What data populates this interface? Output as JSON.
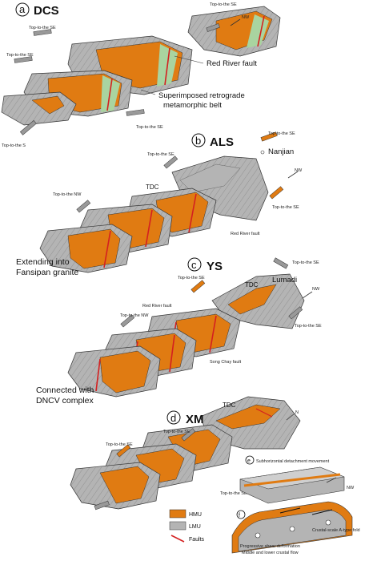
{
  "colors": {
    "hmu": "#e07b12",
    "lmu": "#b4b4b4",
    "fault": "#d42020",
    "retro": "#a9d4a0",
    "line": "#333333"
  },
  "panels": {
    "a": {
      "letter": "a",
      "name": "DCS",
      "labels": {
        "top_se_1": "Top-to-the SE",
        "top_se_2": "Top-to-the SE",
        "top_se_3": "Top-to-the SE",
        "top_se_4": "Top-to-the SE",
        "top_s": "Top-to-the S",
        "nw": "NW",
        "red_river": "Red River fault",
        "retro_1": "Superimposed retrograde",
        "retro_2": "metamorphic belt"
      }
    },
    "b": {
      "letter": "b",
      "name": "ALS",
      "labels": {
        "nanjian": "Nanjian",
        "top_se_1": "Top-to-the SE",
        "top_se_2": "Top-to-the SE",
        "top_se_3": "Top-to-the SE",
        "top_nw": "Top-to-the NW",
        "tdc": "TDC",
        "nw": "NW",
        "red_river": "Red River fault",
        "ext_1": "Extending into",
        "ext_2": "Fansipan granite"
      }
    },
    "c": {
      "letter": "c",
      "name": "YS",
      "labels": {
        "top_se_1": "Top-to-the SE",
        "top_se_2": "Top-to-the SE",
        "top_se_3": "Top-to-the SE",
        "tdc": "TDC",
        "lumadi": "Lumadi",
        "nw": "NW",
        "top_nw": "Top-to-the NW",
        "red_river": "Red River fault",
        "song_chay": "Song Chay fault",
        "conn_1": "Connected with",
        "conn_2": "DNCV complex"
      }
    },
    "d": {
      "letter": "d",
      "name": "XM",
      "labels": {
        "tdc": "TDC",
        "top_se_1": "Top-to-the SE",
        "top_se_2": "Top-to-the SE",
        "top_se_3": "Top-to-the SE",
        "n": "N"
      }
    },
    "e": {
      "letter": "e",
      "labels": {
        "title": "Subhorizontal detachment movement",
        "nw": "NW"
      }
    },
    "f": {
      "letter": "f",
      "labels": {
        "fold": "Crustal-scale A-type fold",
        "prog": "Progressive shear deformation",
        "flow": "Middle and lower crustal flow"
      }
    }
  },
  "legend": {
    "hmu": "HMU",
    "lmu": "LMU",
    "faults": "Faults"
  }
}
